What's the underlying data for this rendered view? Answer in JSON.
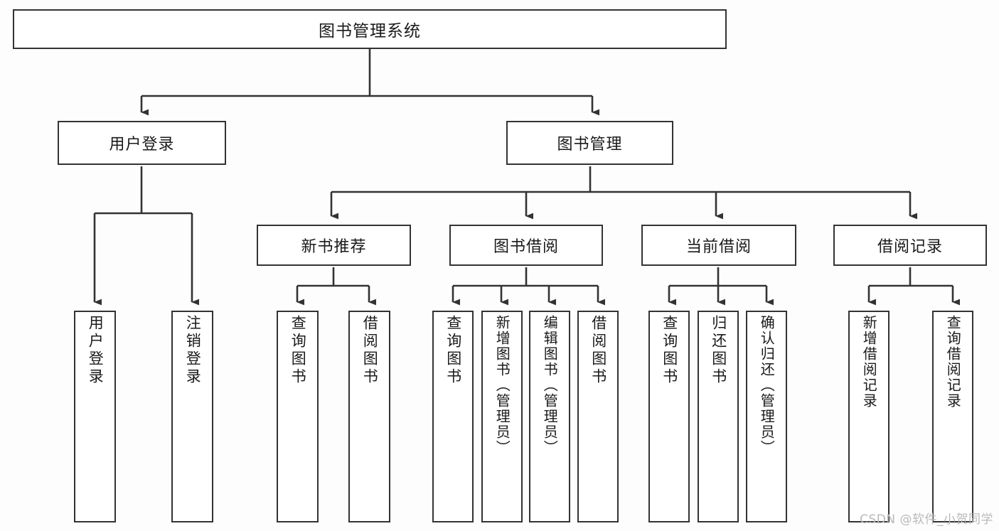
{
  "diagram": {
    "title": "图书管理系统",
    "type": "tree-hierarchy-diagram",
    "colors": {
      "stroke": "#333333",
      "fill": "#ffffff",
      "text": "#1a1a1a",
      "background": "#fdfdfd",
      "watermark": "#b9b9b9"
    },
    "root": {
      "label": "图书管理系统"
    },
    "level2": [
      {
        "label": "用户登录"
      },
      {
        "label": "图书管理"
      }
    ],
    "level3": [
      {
        "label": "新书推荐"
      },
      {
        "label": "图书借阅"
      },
      {
        "label": "当前借阅"
      },
      {
        "label": "借阅记录"
      }
    ],
    "leaves": {
      "user_login": [
        {
          "label": "用户登录"
        },
        {
          "label": "注销登录"
        }
      ],
      "new_book_recommend": [
        {
          "label": "查询图书"
        },
        {
          "label": "借阅图书"
        }
      ],
      "book_borrow": [
        {
          "label": "查询图书"
        },
        {
          "label": "新增图书（管理员）"
        },
        {
          "label": "编辑图书（管理员）"
        },
        {
          "label": "借阅图书"
        }
      ],
      "current_borrow": [
        {
          "label": "查询图书"
        },
        {
          "label": "归还图书"
        },
        {
          "label": "确认归还（管理员）"
        }
      ],
      "borrow_record": [
        {
          "label": "新增借阅记录"
        },
        {
          "label": "查询借阅记录"
        }
      ]
    }
  },
  "watermark": {
    "text": "CSDN @软件_小贺同学"
  }
}
